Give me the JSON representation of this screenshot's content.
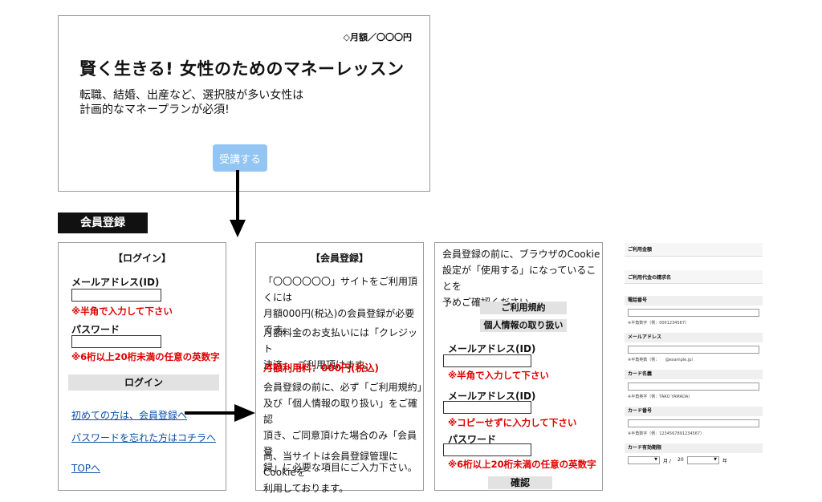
{
  "hero": {
    "price": "◇月額／〇〇〇円",
    "title": "賢く生きる! 女性のためのマネーレッスン",
    "sub_line1": "転職、結婚、出産など、選択肢が多い女性は",
    "sub_line2": "計画的なマネープランが必須!",
    "button": "受講する"
  },
  "section_label": "会員登録",
  "login": {
    "heading": "【ログイン】",
    "email_label": "メールアドレス(ID)",
    "email_note": "※半角で入力して下さい",
    "password_label": "パスワード",
    "password_note": "※6桁以上20桁未満の任意の英数字",
    "login_button": "ログイン",
    "register_link": "初めての方は、会員登録へ",
    "forgot_link": "パスワードを忘れた方はコチラへ",
    "top_link": "TOPへ"
  },
  "register": {
    "heading": "【会員登録】",
    "p1": [
      "「〇〇〇〇〇〇」サイトをご利用頂くには",
      "月額000円(税込)の会員登録が必要",
      "です。"
    ],
    "p2": [
      "月額料金のお支払いには「クレジット",
      "決済」、ご利用頂けます。"
    ],
    "fee": "月額利用料：000円(税込)",
    "p3": [
      "会員登録の前に、必ず「ご利用規約」",
      "及び「個人情報の取り扱い」をご確認",
      "頂き、ご同意頂けた場合のみ「会員登",
      "録」に必要な項目にご入力下さい。"
    ],
    "p4": [
      "尚、当サイトは会員登録管理にCookieを",
      "利用しております。"
    ]
  },
  "reg_form": {
    "intro": [
      "会員登録の前に、ブラウザのCookie",
      "設定が「使用する」になっていることを",
      "予めご確認ください。"
    ],
    "terms_button": "ご利用規約",
    "privacy_button": "個人情報の取り扱い",
    "email_label": "メールアドレス(ID)",
    "email_note": "※半角で入力して下さい",
    "email_confirm_label": "メールアドレス(ID)",
    "email_confirm_note": "※コピーせずに入力して下さい",
    "password_label": "パスワード",
    "password_note": "※6桁以上20桁未満の任意の英数字",
    "confirm_button": "確認"
  },
  "payment": {
    "usage_amount": "ご利用金額",
    "billing_name": "ご利用代金の請求名",
    "phone_label": "電話番号",
    "phone_note": "※半角数字（例：0001234567）",
    "email_label": "メールアドレス",
    "email_note": "※半角英数（例：　　@example.jp）",
    "card_name_label": "カード名義",
    "card_name_note": "※半角英字（例：TARO YAMADA）",
    "card_number_label": "カード番号",
    "card_number_note": "※半角数字（例：1234567891234567）",
    "expiry_label": "カード有効期限",
    "month_suffix": "月 /",
    "year_prefix": "20",
    "year_suffix": "年"
  },
  "colors": {
    "hero_button": "#93c5f2",
    "warning": "#e00000",
    "link": "#0a4fa8"
  }
}
